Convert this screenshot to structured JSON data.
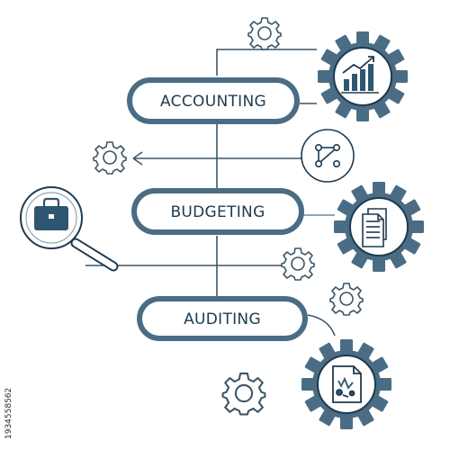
{
  "colors": {
    "primary": "#4a6d85",
    "dark": "#1f3a4f",
    "line": "#3b5568",
    "light": "#cfd8df",
    "icon_fill": "#2e5670"
  },
  "items": [
    {
      "label": "ACCOUNTING",
      "icon": "bar-chart-growth-icon"
    },
    {
      "label": "BUDGETING",
      "icon": "documents-icon"
    },
    {
      "label": "AUDITING",
      "icon": "audit-report-icon"
    }
  ],
  "extra_icons": [
    "share-nodes-icon",
    "briefcase-magnifier-icon",
    "small-gear-icon"
  ],
  "watermark": "1934558562"
}
